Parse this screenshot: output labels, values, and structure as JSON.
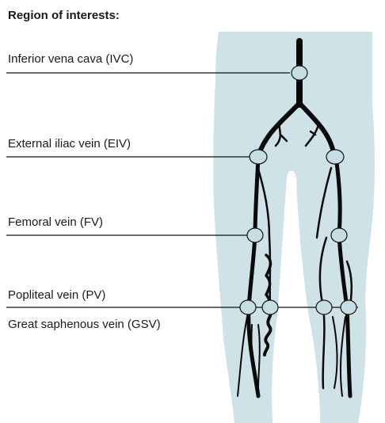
{
  "title": "Region of interests:",
  "labels": {
    "ivc": "Inferior vena cava (IVC)",
    "eiv": "External iliac vein (EIV)",
    "fv": "Femoral vein (FV)",
    "pv": "Popliteal vein (PV)",
    "gsv": "Great saphenous vein (GSV)"
  },
  "colors": {
    "body": "#cfe2e8",
    "vein": "#0a0a0a",
    "roi_fill": "#c6dde4",
    "leader": "#111111"
  }
}
